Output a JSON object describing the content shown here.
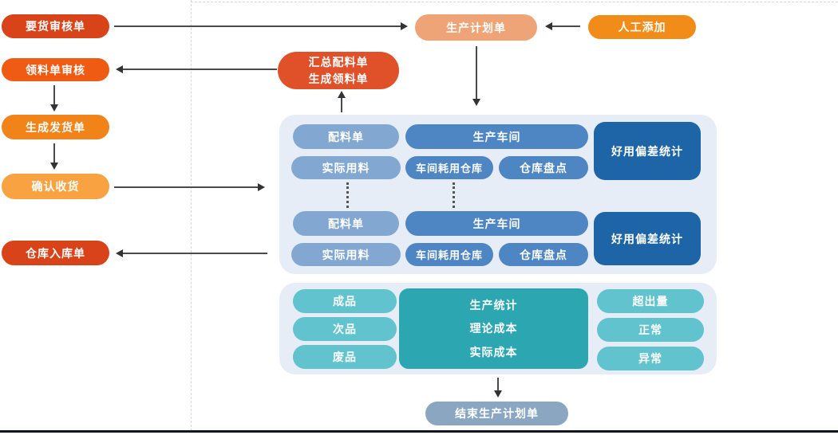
{
  "left_flow": {
    "demand_review": "要货审核单",
    "picking_review": "领料单审核",
    "create_shipment": "生成发货单",
    "confirm_receipt": "确认收货",
    "warehouse_inbound": "仓库入库单"
  },
  "top_flow": {
    "production_plan": "生产计划单",
    "manual_add": "人工添加",
    "summary_line1": "汇总配料单",
    "summary_line2": "生成领料单"
  },
  "workshop_panel": {
    "group1": {
      "ingredient_list": "配料单",
      "workshop": "生产车间",
      "actual_usage": "实际用料",
      "workshop_consumption_warehouse": "车间耗用仓库",
      "warehouse_stocktake": "仓库盘点",
      "consumption_deviation_stats": "好用偏差统计"
    },
    "group2": {
      "ingredient_list": "配料单",
      "workshop": "生产车间",
      "actual_usage": "实际用料",
      "workshop_consumption_warehouse": "车间耗用仓库",
      "warehouse_stocktake": "仓库盘点",
      "consumption_deviation_stats": "好用偏差统计"
    }
  },
  "stats_panel": {
    "finished_goods": "成品",
    "defective_goods": "次品",
    "scrap_goods": "废品",
    "production_stats": "生产统计",
    "theoretical_cost": "理论成本",
    "actual_cost": "实际成本",
    "excess_amount": "超出量",
    "normal": "正常",
    "abnormal": "异常"
  },
  "end_flow": {
    "end_production_plan": "结束生产计划单"
  },
  "colors": {
    "vermillion": "#d8431a",
    "red_orange": "#ef5b13",
    "orange": "#f28319",
    "light_orange": "#f9a242",
    "salmon": "#efa478",
    "manual_add_orange": "#f28c19",
    "summary_red": "#e0512a",
    "panel_bg": "#e7edf6",
    "light_blue": "#82a8d2",
    "medium_blue": "#4e85c3",
    "dark_blue": "#1e65a7",
    "teal_light": "#60c3cd",
    "teal_dark": "#2ca7b2",
    "end_node_blue": "#8aa6c1",
    "arrow": "#3f3f3f",
    "dashed_line": "#d6d6d6",
    "bottom_bar": "#15151f"
  }
}
